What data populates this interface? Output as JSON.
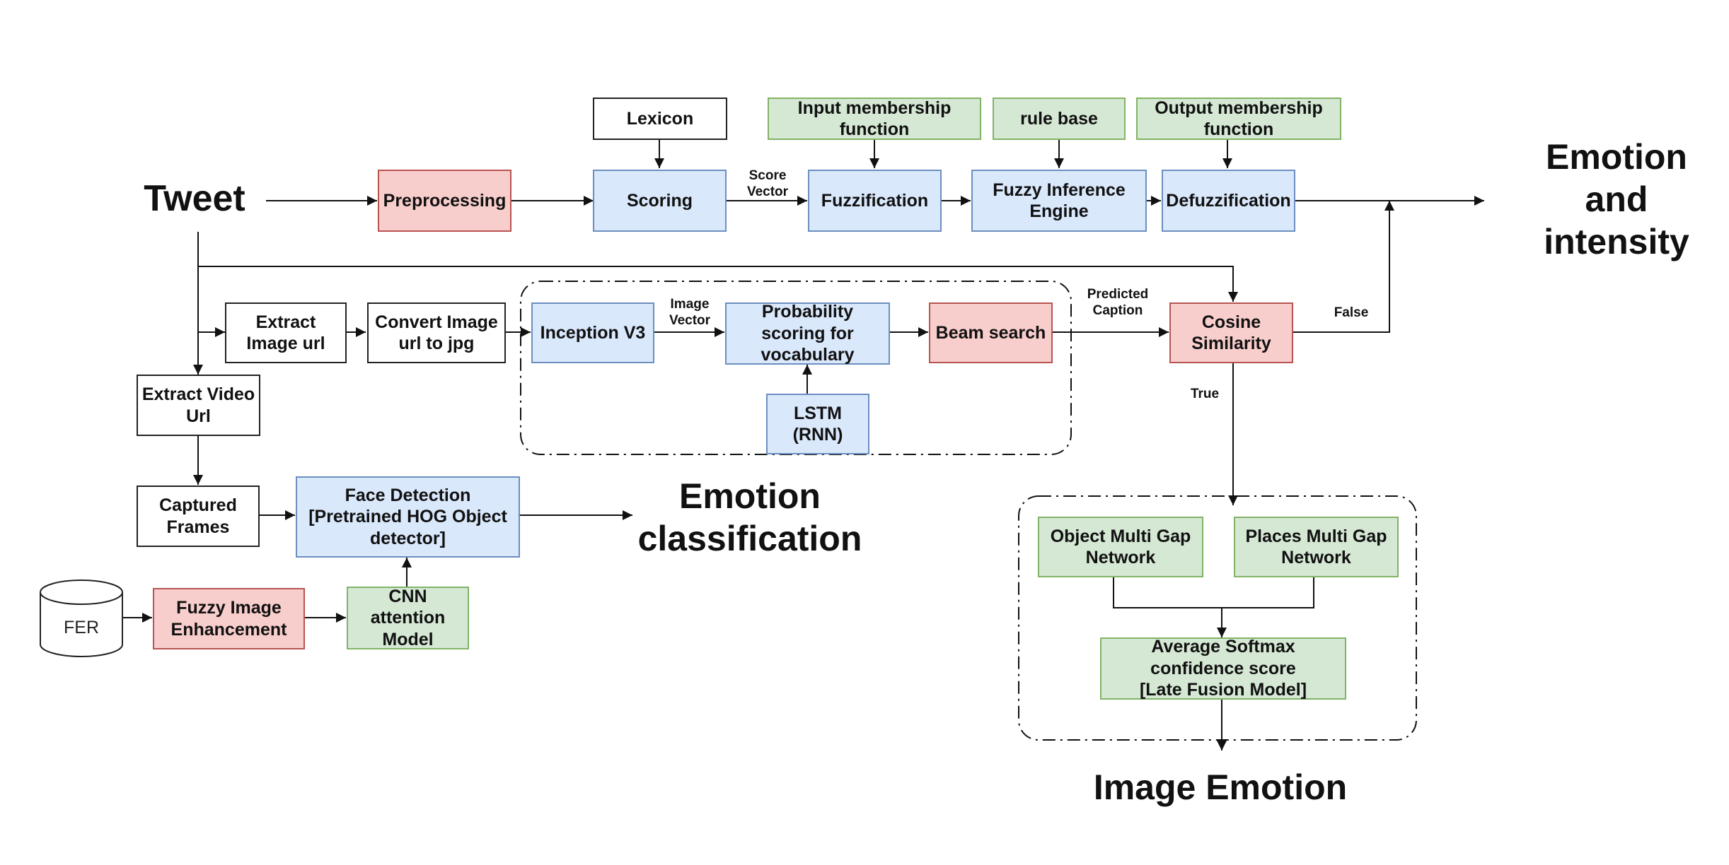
{
  "titles": {
    "tweet": "Tweet",
    "emotion_intensity": "Emotion\nand\nintensity",
    "emotion_classification": "Emotion\nclassification",
    "image_emotion": "Image Emotion"
  },
  "text_pipeline": {
    "lexicon": "Lexicon",
    "input_membership": "Input membership\nfunction",
    "rule_base": "rule base",
    "output_membership": "Output membership\nfunction",
    "preprocessing": "Preprocessing",
    "scoring": "Scoring",
    "fuzzification": "Fuzzification",
    "fuzzy_inference": "Fuzzy Inference\nEngine",
    "defuzzification": "Defuzzification"
  },
  "image_pipeline": {
    "extract_image_url": "Extract\nImage url",
    "convert_image": "Convert Image\nurl to jpg",
    "inception": "Inception V3",
    "probability_scoring": "Probability\nscoring for\nvocabulary",
    "beam_search": "Beam search",
    "lstm": "LSTM\n(RNN)",
    "cosine_similarity": "Cosine\nSimilarity"
  },
  "video_pipeline": {
    "extract_video_url": "Extract Video\nUrl",
    "captured_frames": "Captured\nFrames",
    "face_detection": "Face Detection\n[Pretrained HOG Object\ndetector]",
    "fer": "FER",
    "fuzzy_image_enhancement": "Fuzzy Image\nEnhancement",
    "cnn_attention": "CNN\nattention\nModel"
  },
  "image_emotion_block": {
    "object_multi_gap": "Object Multi Gap\nNetwork",
    "places_multi_gap": "Places Multi Gap\nNetwork",
    "average_softmax": "Average Softmax\nconfidence score\n[Late Fusion Model]"
  },
  "edge_labels": {
    "score_vector": "Score\nVector",
    "image_vector": "Image\nVector",
    "predicted_caption": "Predicted\nCaption",
    "false_label": "False",
    "true_label": "True"
  },
  "colors": {
    "blue_fill": "#dae8fc",
    "green_fill": "#d5e8d4",
    "red_fill": "#f8cecc",
    "line": "#111111"
  }
}
